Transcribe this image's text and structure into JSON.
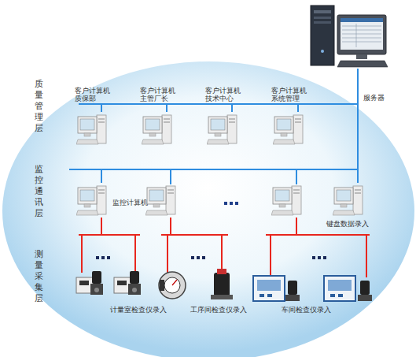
{
  "diagram": {
    "nodes": [
      {
        "text": [
          "服务器"
        ]
      },
      {
        "text": [
          "客户计算机 质保部"
        ]
      },
      {
        "text": [
          "客户计算机 主管厂长"
        ]
      },
      {
        "text": [
          "客户计算机 技术中心"
        ]
      },
      {
        "text": [
          "客户计算机 系统管理"
        ]
      },
      {
        "text": [
          "监控计算机"
        ]
      },
      {
        "text": [
          "键盘数据录入"
        ]
      },
      {
        "text": [
          "计量室检查仪录入"
        ]
      },
      {
        "text": [
          "工序间检查仪录入"
        ]
      },
      {
        "text": [
          "车间检查仪录入"
        ]
      }
    ],
    "edges": [
      {
        "from": 0,
        "to": 1,
        "arrow": "none"
      },
      {
        "from": 0,
        "to": 2,
        "arrow": "none"
      },
      {
        "from": 0,
        "to": 3,
        "arrow": "none"
      },
      {
        "from": 0,
        "to": 4,
        "arrow": "none"
      },
      {
        "from": 0,
        "to": 5,
        "arrow": "none"
      },
      {
        "from": 0,
        "to": 6,
        "arrow": "none"
      },
      {
        "from": 5,
        "to": 7,
        "arrow": "none"
      }
    ],
    "labels": [
      "质量管理层",
      "监控通讯层",
      "测量采集层"
    ]
  }
}
